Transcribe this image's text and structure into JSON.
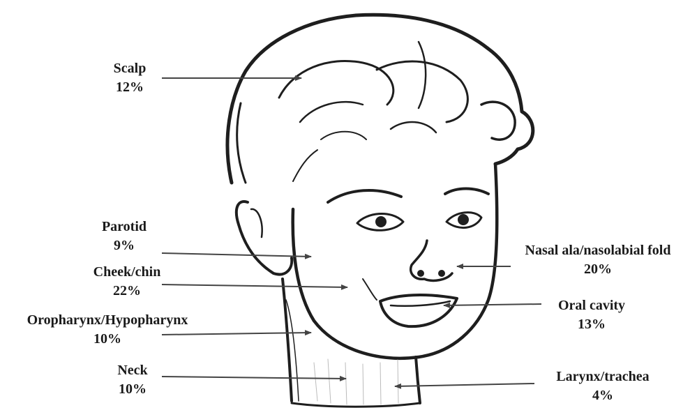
{
  "labels": [
    {
      "key": "scalp",
      "name": "Scalp",
      "pct": "12%"
    },
    {
      "key": "parotid",
      "name": "Parotid",
      "pct": "9%"
    },
    {
      "key": "cheek",
      "name": "Cheek/chin",
      "pct": "22%"
    },
    {
      "key": "oropharynx",
      "name": "Oropharynx/Hypopharynx",
      "pct": "10%"
    },
    {
      "key": "neck",
      "name": "Neck",
      "pct": "10%"
    },
    {
      "key": "nasal",
      "name": "Nasal ala/nasolabial fold",
      "pct": "20%"
    },
    {
      "key": "oral",
      "name": "Oral cavity",
      "pct": "13%"
    },
    {
      "key": "larynx",
      "name": "Larynx/trachea",
      "pct": "4%"
    }
  ],
  "colors": {
    "ink": "#1a1a1a",
    "arrow": "#444444",
    "background": "#ffffff"
  }
}
